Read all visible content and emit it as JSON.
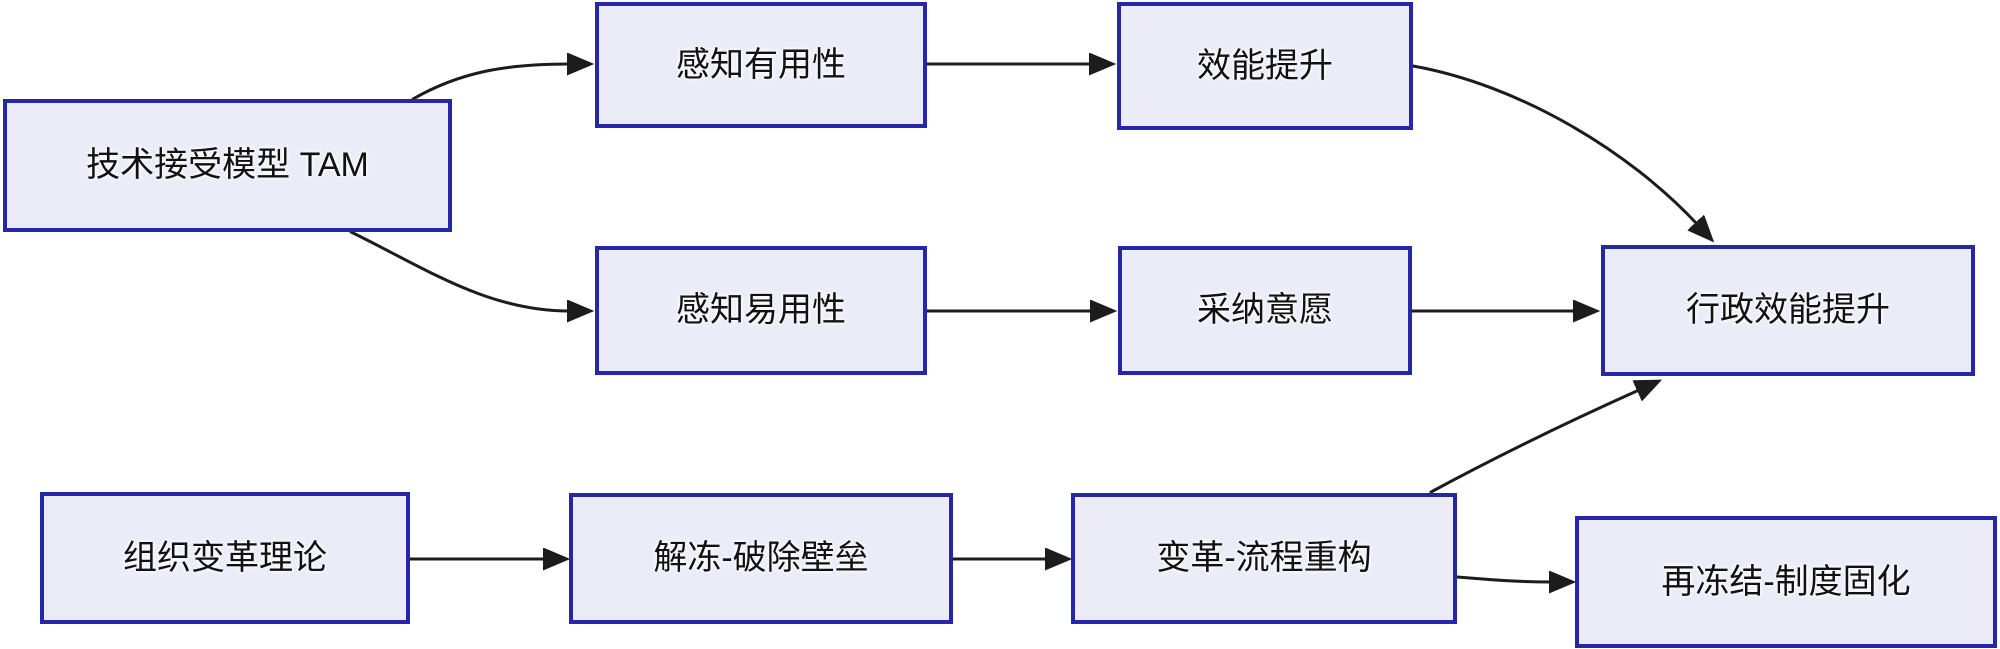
{
  "diagram": {
    "type": "flowchart",
    "colors": {
      "background": "#FFFFFF",
      "node_fill": "#ECECF9",
      "node_border": "#2626A8",
      "arrow": "#1C1C1C",
      "text": "#111111"
    },
    "nodes": [
      {
        "id": "tam",
        "label": "技术接受模型 TAM"
      },
      {
        "id": "perceived-usefulness",
        "label": "感知有用性"
      },
      {
        "id": "efficiency-gain",
        "label": "效能提升"
      },
      {
        "id": "perceived-ease-of-use",
        "label": "感知易用性"
      },
      {
        "id": "adoption-intention",
        "label": "采纳意愿"
      },
      {
        "id": "admin-efficiency",
        "label": "行政效能提升"
      },
      {
        "id": "org-change-theory",
        "label": "组织变革理论"
      },
      {
        "id": "unfreeze",
        "label": "解冻-破除壁垒"
      },
      {
        "id": "change-process",
        "label": "变革-流程重构"
      },
      {
        "id": "refreeze",
        "label": "再冻结-制度固化"
      }
    ],
    "edges": [
      {
        "from": "tam",
        "to": "perceived-usefulness"
      },
      {
        "from": "tam",
        "to": "perceived-ease-of-use"
      },
      {
        "from": "perceived-usefulness",
        "to": "efficiency-gain"
      },
      {
        "from": "perceived-ease-of-use",
        "to": "adoption-intention"
      },
      {
        "from": "efficiency-gain",
        "to": "admin-efficiency"
      },
      {
        "from": "adoption-intention",
        "to": "admin-efficiency"
      },
      {
        "from": "change-process",
        "to": "admin-efficiency"
      },
      {
        "from": "org-change-theory",
        "to": "unfreeze"
      },
      {
        "from": "unfreeze",
        "to": "change-process"
      },
      {
        "from": "change-process",
        "to": "refreeze"
      }
    ]
  }
}
